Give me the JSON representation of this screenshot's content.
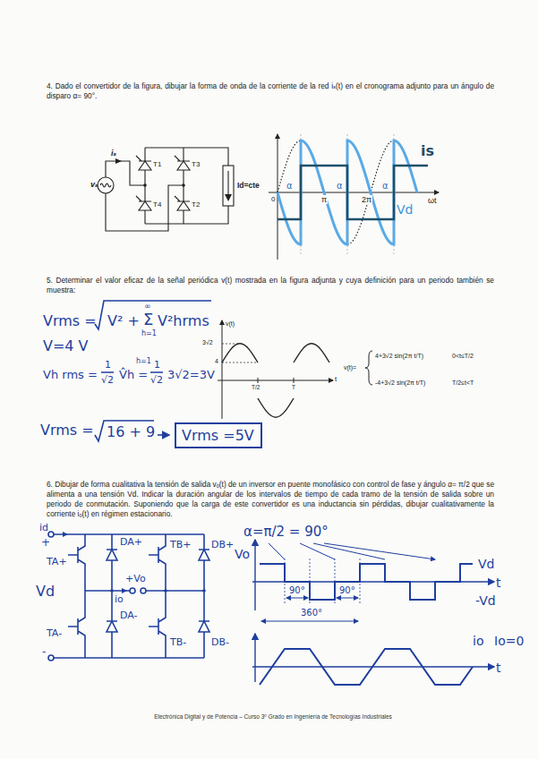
{
  "diagram": {
    "nodes": [
      {
        "text": [
          "Vrms =5V"
        ]
      }
    ],
    "labels": [
      "4. Dado el convertidor de la figura, dibujar la forma de onda de la corriente de la red iₛ(t) en el cronograma adjunto para un ángulo de disparo α= 90°.",
      "iₛ",
      "T1",
      "T3",
      "vₛ",
      "T4",
      "T2",
      "Id=cte",
      "is",
      "Vd",
      "ωt",
      "0",
      "α",
      "π",
      "α",
      "2π",
      "α",
      "5. Determinar el valor eficaz de la señal periódica v(t) mostrada en la figura adjunta y cuya definición para un periodo también se muestra:",
      "Vrms =",
      "V² +",
      "Σ",
      "∞",
      "h=1",
      "V²hrms",
      "V=4 V",
      "Vh rms =",
      "1",
      "√2",
      "V̂h =",
      "h=1",
      "1",
      "√2",
      "3√2=3V",
      "Vrms =",
      "16 + 9",
      "v(t)",
      "3√2",
      "4",
      "T/2",
      "T",
      "t",
      "v(t)=",
      "4+3√2 sin(2π t/T)",
      "0<t≤T/2",
      "-4+3√2 sin(2π t/T)",
      "T/2≤t<T",
      "6. Dibujar de forma cualitativa la tensión de salida vₒ(t) de un inversor en puente monofásico con control de fase y ángulo α= π/2 que se alimenta a una tensión Vd. Indicar la duración angular de los intervalos de tiempo de cada tramo de la tensión de salida sobre un periodo de conmutación. Suponiendo que la carga de este convertidor es una inductancia sin pérdidas, dibujar cualitativamente la corriente iₒ(t) en régimen estacionario.",
      "id",
      "+",
      "TA+",
      "DA+",
      "TB+",
      "DB+",
      "+Vo",
      "io",
      "Vd",
      "DA-",
      "TA-",
      "TB-",
      "DB-",
      "-",
      "α=π/2 = 90°",
      "Vo",
      "Vd",
      "t",
      "90°",
      "90°",
      "360°",
      "-Vd",
      "io",
      "Io=0",
      "t",
      "Electrónica Digital y de Potencia – Curso 3º Grado en Ingeniería de Tecnologías Industriales"
    ]
  }
}
